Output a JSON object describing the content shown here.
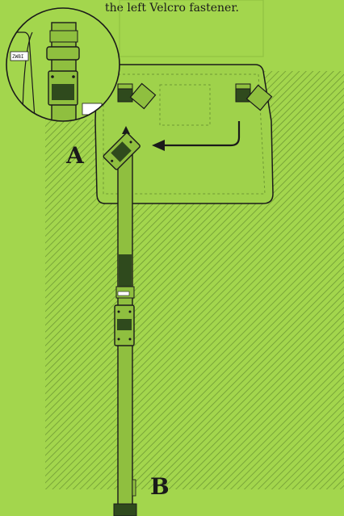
{
  "caption": "the left Velcro fastener.",
  "labels": {
    "a": "A",
    "b": "B"
  },
  "brand_tag": "ZWBI",
  "colors": {
    "background": "#a3d64d",
    "strap": "#8fbf3f",
    "strap_dark": "#2f4a1d",
    "outline": "#1a1a1a",
    "bag_fill": "#9fd24b",
    "hatch": "#6f9a33"
  },
  "icons": [
    "magnifier-circle-icon",
    "arrow-left-icon",
    "arrow-up-icon",
    "velcro-fastener-icon",
    "buckle-icon"
  ]
}
